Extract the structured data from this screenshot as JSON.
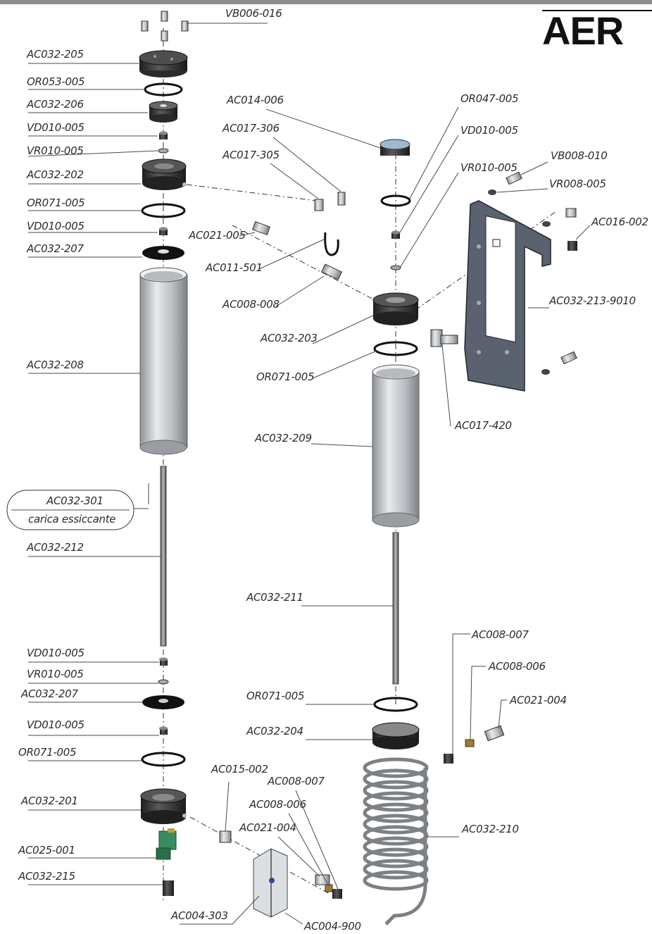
{
  "brand": {
    "logo_text": "AER"
  },
  "labels": {
    "vb006_016": "VB006-016",
    "ac032_205": "AC032-205",
    "or053_005": "OR053-005",
    "ac032_206": "AC032-206",
    "vd010_005_a": "VD010-005",
    "vr010_005_a": "VR010-005",
    "ac032_202": "AC032-202",
    "or071_005_a": "OR071-005",
    "vd010_005_b": "VD010-005",
    "ac032_207_a": "AC032-207",
    "ac032_208": "AC032-208",
    "ac032_301": "AC032-301",
    "carica": "carica essiccante",
    "ac032_212": "AC032-212",
    "vd010_005_c": "VD010-005",
    "vr010_005_b": "VR010-005",
    "ac032_207_b": "AC032-207",
    "vd010_005_d": "VD010-005",
    "or071_005_b": "OR071-005",
    "ac032_201": "AC032-201",
    "ac025_001": "AC025-001",
    "ac032_215": "AC032-215",
    "ac004_303": "AC004-303",
    "ac004_900": "AC004-900",
    "ac015_002": "AC015-002",
    "ac008_007_a": "AC008-007",
    "ac008_006_a": "AC008-006",
    "ac021_004_a": "AC021-004",
    "ac014_006": "AC014-006",
    "ac017_306": "AC017-306",
    "ac017_305": "AC017-305",
    "ac021_005": "AC021-005",
    "ac011_501": "AC011-501",
    "ac008_008": "AC008-008",
    "ac032_203": "AC032-203",
    "or071_005_c": "OR071-005",
    "ac032_209": "AC032-209",
    "ac032_211": "AC032-211",
    "or071_005_d": "OR071-005",
    "ac032_204": "AC032-204",
    "ac032_210": "AC032-210",
    "or047_005": "OR047-005",
    "vd010_005_e": "VD010-005",
    "vr010_005_c": "VR010-005",
    "vb008_010": "VB008-010",
    "vr008_005": "VR008-005",
    "ac016_002": "AC016-002",
    "ac032_213_9010": "AC032-213-9010",
    "ac017_420": "AC017-420",
    "ac008_007_b": "AC008-007",
    "ac008_006_b": "AC008-006",
    "ac021_004_b": "AC021-004"
  },
  "colors": {
    "steel": "#c9ccd0",
    "dark_part": "#2e2e2e",
    "bracket": "#5a6270",
    "valve_green": "#2f8a5a",
    "leader_blue": "#2a3a8a"
  }
}
